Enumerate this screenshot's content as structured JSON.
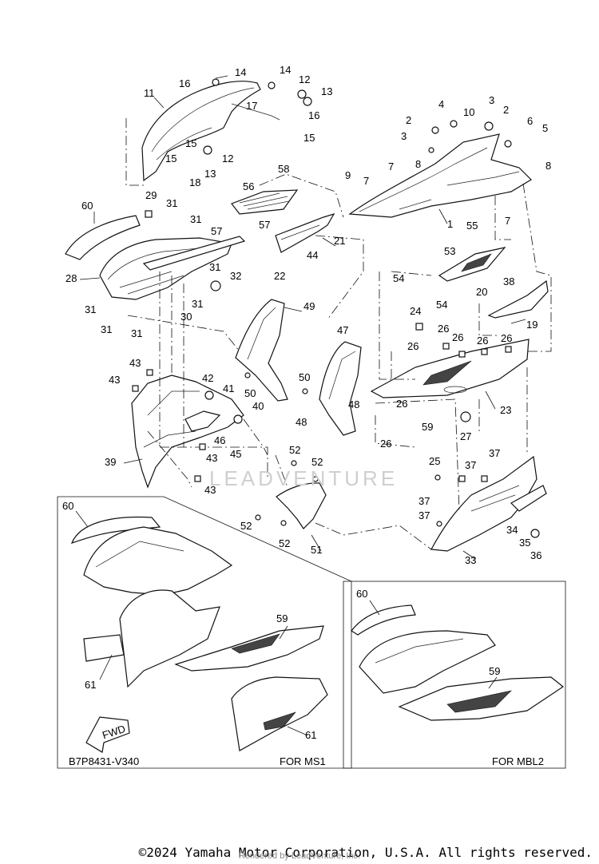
{
  "diagram_code": "B7P8431-V340",
  "fwd_label": "FWD",
  "variant_panels": [
    {
      "label": "FOR MS1"
    },
    {
      "label": "FOR MBL2"
    }
  ],
  "copyright": "©2024 Yamaha Motor Corporation, U.S.A. All rights reserved.",
  "rendered_by": "Rendered by LeadVenture, Inc.",
  "watermark": "LEADVENTURE",
  "callouts_main": [
    "1",
    "2",
    "3",
    "4",
    "5",
    "6",
    "7",
    "8",
    "9",
    "10",
    "11",
    "12",
    "13",
    "14",
    "15",
    "16",
    "17",
    "18",
    "19",
    "20",
    "21",
    "22",
    "23",
    "24",
    "25",
    "26",
    "27",
    "28",
    "29",
    "30",
    "31",
    "32",
    "33",
    "34",
    "35",
    "36",
    "37",
    "38",
    "39",
    "40",
    "41",
    "42",
    "43",
    "44",
    "45",
    "46",
    "47",
    "48",
    "49",
    "50",
    "51",
    "52",
    "53",
    "54",
    "55",
    "56",
    "57",
    "58",
    "59",
    "60",
    "61"
  ]
}
